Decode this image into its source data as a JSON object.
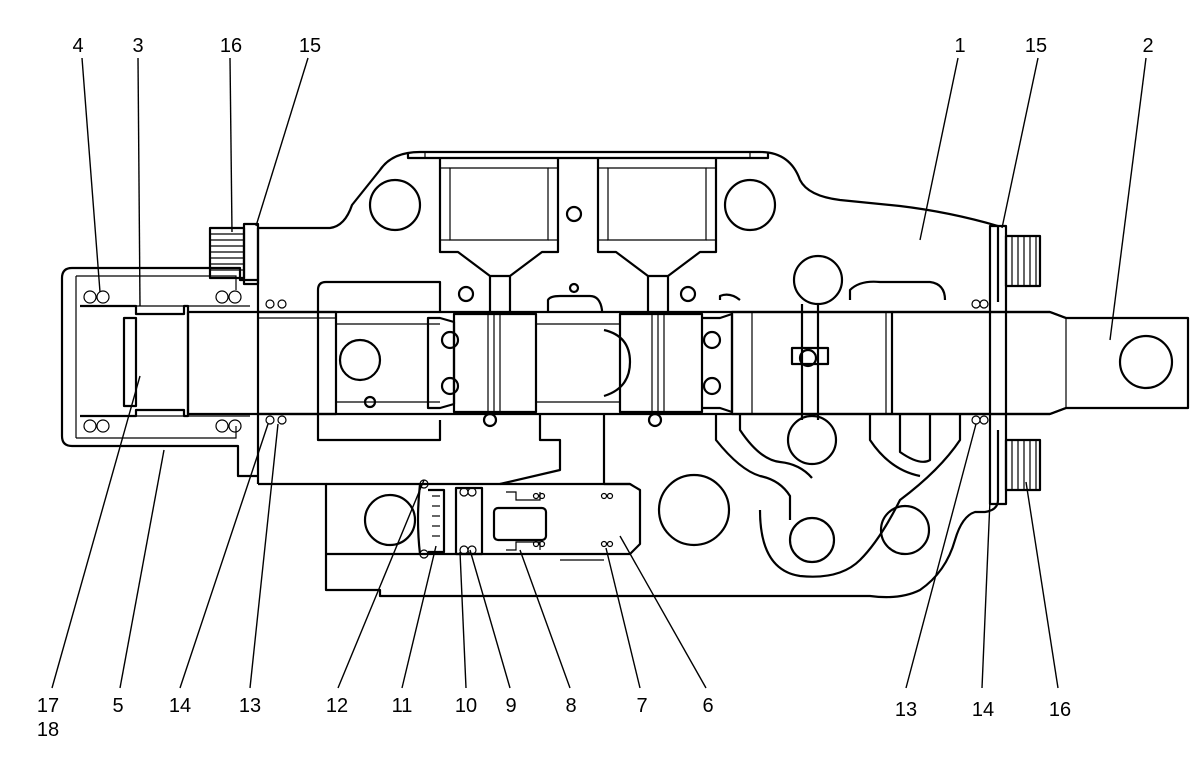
{
  "labels": {
    "top_4": "4",
    "top_3": "3",
    "top_16_left": "16",
    "top_15_left": "15",
    "top_1": "1",
    "top_15_right": "15",
    "top_2": "2",
    "bot_17": "17",
    "bot_18": "18",
    "bot_5": "5",
    "bot_14_left": "14",
    "bot_13_left": "13",
    "bot_12": "12",
    "bot_11": "11",
    "bot_10": "10",
    "bot_9": "9",
    "bot_8": "8",
    "bot_7": "7",
    "bot_6": "6",
    "bot_13_right": "13",
    "bot_14_right": "14",
    "bot_16_right": "16"
  }
}
